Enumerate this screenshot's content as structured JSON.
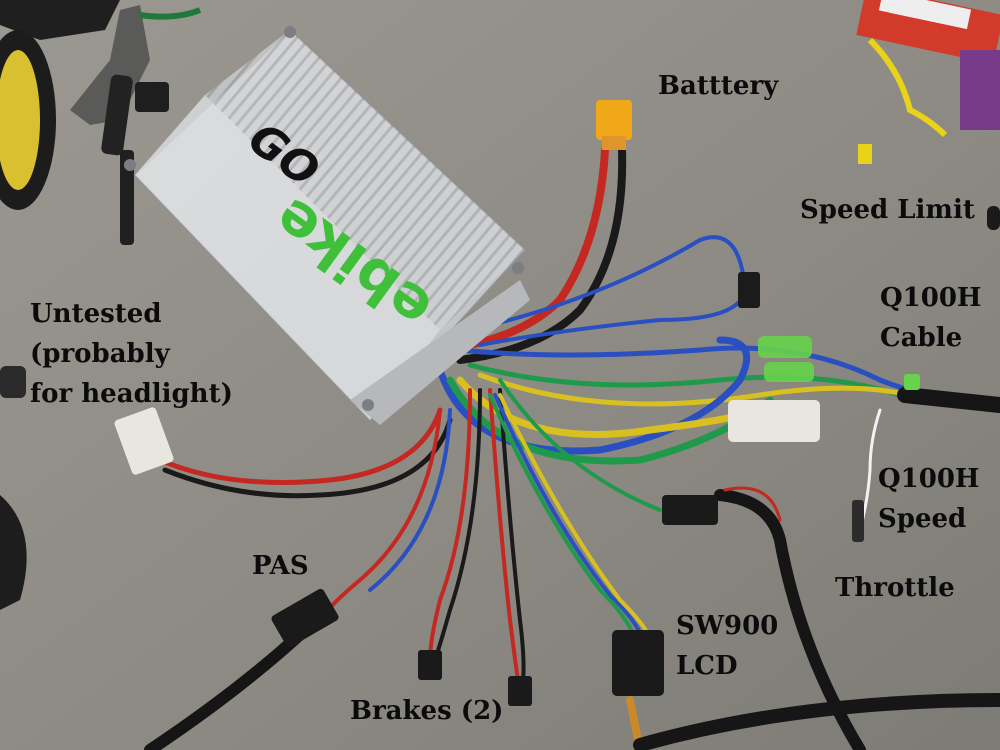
{
  "labels": {
    "battery": "Batttery",
    "speed_limit": "Speed Limit",
    "q100h_cable_line1": "Q100H",
    "q100h_cable_line2": "Cable",
    "untested_line1": "Untested",
    "untested_line2": "(probably",
    "untested_line3": "for headlight)",
    "q100h_speed_line1": "Q100H",
    "q100h_speed_line2": "Speed",
    "throttle": "Throttle",
    "pas": "PAS",
    "sw900_line1": "SW900",
    "sw900_line2": "LCD",
    "brakes": "Brakes (2)"
  },
  "controller": {
    "logo_text": "ebike",
    "logo_prefix": "GO"
  },
  "colors": {
    "table": "#8e8c85",
    "controller": "#d6d7d9",
    "logo_green": "#3fbf3a",
    "connector_yellow": "#f0a818",
    "wire_red": "#c42820",
    "wire_blue": "#2a4fc0",
    "wire_green": "#1f9a4a",
    "wire_yellow": "#d8c020",
    "wire_black": "#1a1a1a"
  }
}
